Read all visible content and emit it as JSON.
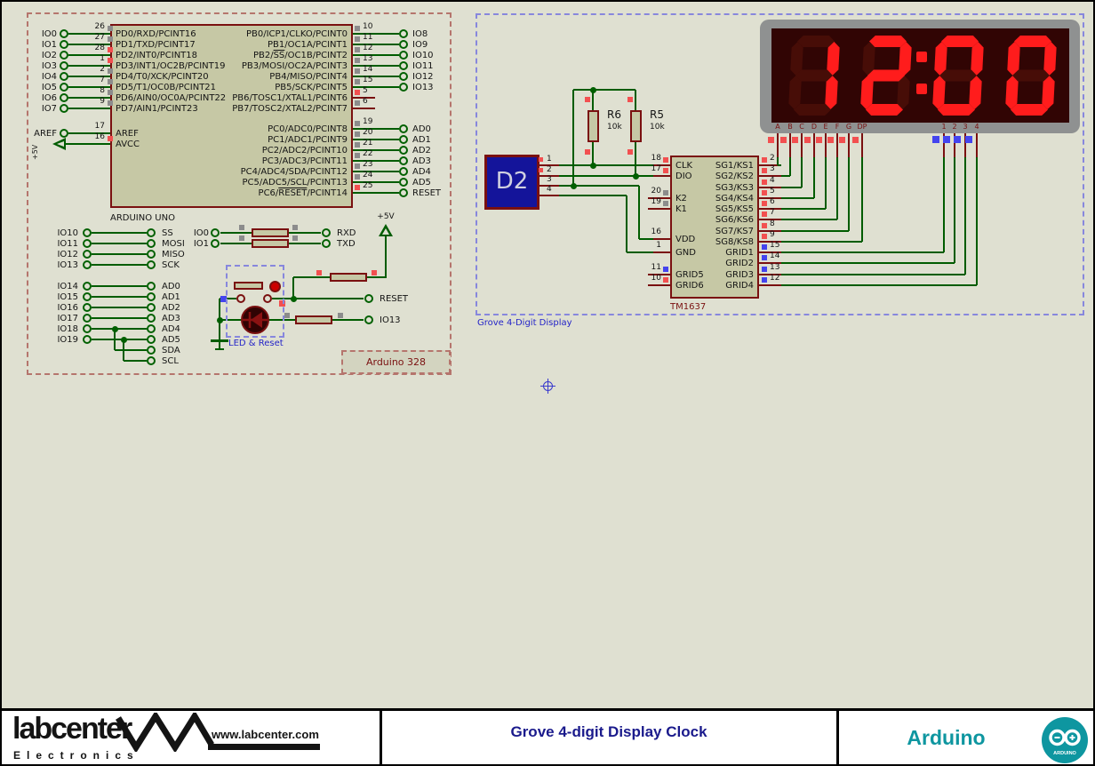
{
  "colors": {
    "canvas_bg": "#dfe0d1",
    "chip_fill": "#c6c8a5",
    "maroon": "#7a1010",
    "wire_green": "#005c00",
    "red_marker": "#f25050",
    "gray_marker": "#8c8c8c",
    "blue_marker": "#4444ee",
    "label_blue": "#2424c8",
    "title_navy": "#1a1a8c",
    "arduino_teal": "#0e96a0",
    "display_lit": "#ff1c1c",
    "display_unlit": "#470d07",
    "display_screen": "#310504",
    "display_frame": "#8f9191"
  },
  "arduino": {
    "name": "ARDUINO UNO",
    "sub_label": "Arduino 328",
    "plus5v": "+5V",
    "led_reset_label": "LED & Reset",
    "reset_term": "RESET",
    "io13_term": "IO13",
    "left_rows": [
      {
        "t": "IO0",
        "n": "26",
        "sq": "gray",
        "l": "PD0/RXD/PCINT16"
      },
      {
        "t": "IO1",
        "n": "27",
        "sq": "gray",
        "l": "PD1/TXD/PCINT17"
      },
      {
        "t": "IO2",
        "n": "28",
        "sq": "red",
        "l": "PD2/INT0/PCINT18"
      },
      {
        "t": "IO3",
        "n": "1",
        "sq": "red",
        "l": "PD3/INT1/OC2B/PCINT19"
      },
      {
        "t": "IO4",
        "n": "2",
        "sq": "gray",
        "l": "PD4/T0/XCK/PCINT20"
      },
      {
        "t": "IO5",
        "n": "7",
        "sq": "gray",
        "l": "PD5/T1/OC0B/PCINT21"
      },
      {
        "t": "IO6",
        "n": "8",
        "sq": "gray",
        "l": "PD6/AIN0/OC0A/PCINT22"
      },
      {
        "t": "IO7",
        "n": "9",
        "sq": "gray",
        "l": "PD7/AIN1/PCINT23"
      }
    ],
    "aref_row": {
      "t": "AREF",
      "n": "17",
      "l": "AREF"
    },
    "avcc_row": {
      "t": "+5V",
      "n": "16",
      "sq": "red",
      "l": "AVCC"
    },
    "pb_rows": [
      {
        "n": "10",
        "sq": "gray",
        "l": "PB0/ICP1/CLKO/PCINT0",
        "t": "IO8"
      },
      {
        "n": "11",
        "sq": "gray",
        "l": "PB1/OC1A/PCINT1",
        "t": "IO9"
      },
      {
        "n": "12",
        "sq": "gray",
        "l": "PB2/SS/OC1B/PCINT2",
        "ovl": "SS",
        "t": "IO10"
      },
      {
        "n": "13",
        "sq": "gray",
        "l": "PB3/MOSI/OC2A/PCINT3",
        "t": "IO11"
      },
      {
        "n": "14",
        "sq": "gray",
        "l": "PB4/MISO/PCINT4",
        "t": "IO12"
      },
      {
        "n": "15",
        "sq": "gray",
        "l": "PB5/SCK/PCINT5",
        "t": "IO13"
      },
      {
        "n": "5",
        "sq": "red",
        "l": "PB6/TOSC1/XTAL1/PCINT6",
        "t": null
      },
      {
        "n": "6",
        "sq": "gray",
        "l": "PB7/TOSC2/XTAL2/PCINT7",
        "t": null
      }
    ],
    "pc_rows": [
      {
        "n": "19",
        "sq": "gray",
        "l": "PC0/ADC0/PCINT8",
        "t": "AD0"
      },
      {
        "n": "20",
        "sq": "gray",
        "l": "PC1/ADC1/PCINT9",
        "t": "AD1"
      },
      {
        "n": "21",
        "sq": "gray",
        "l": "PC2/ADC2/PCINT10",
        "t": "AD2"
      },
      {
        "n": "22",
        "sq": "gray",
        "l": "PC3/ADC3/PCINT11",
        "t": "AD3"
      },
      {
        "n": "23",
        "sq": "gray",
        "l": "PC4/ADC4/SDA/PCINT12",
        "t": "AD4"
      },
      {
        "n": "24",
        "sq": "gray",
        "l": "PC5/ADC5/SCL/PCINT13",
        "t": "AD5"
      },
      {
        "n": "25",
        "sq": "red",
        "l": "PC6/RESET/PCINT14",
        "ovl": "RESET",
        "t": "RESET"
      }
    ],
    "spi_rows": [
      {
        "a": "IO10",
        "b": "SS"
      },
      {
        "a": "IO11",
        "b": "MOSI"
      },
      {
        "a": "IO12",
        "b": "MISO"
      },
      {
        "a": "IO13",
        "b": "SCK"
      }
    ],
    "adc_rows": [
      {
        "a": "IO14",
        "b": "AD0"
      },
      {
        "a": "IO15",
        "b": "AD1"
      },
      {
        "a": "IO16",
        "b": "AD2"
      },
      {
        "a": "IO17",
        "b": "AD3"
      },
      {
        "a": "IO18",
        "b": "AD4"
      },
      {
        "a": "IO19",
        "b": "AD5"
      }
    ],
    "i2c_rows": [
      {
        "b": "SDA"
      },
      {
        "b": "SCL"
      }
    ],
    "serial_rows": [
      {
        "a": "IO0",
        "b": "RXD"
      },
      {
        "a": "IO1",
        "b": "TXD"
      }
    ]
  },
  "grove": {
    "label": "Grove 4-Digit Display",
    "d2_ref": "D2",
    "d2_pins": [
      {
        "n": "1",
        "sq": "red"
      },
      {
        "n": "2",
        "sq": "red"
      },
      {
        "n": "3"
      },
      {
        "n": "4"
      }
    ],
    "r6": {
      "ref": "R6",
      "val": "10k"
    },
    "r5": {
      "ref": "R5",
      "val": "10k"
    },
    "tm1637": {
      "name": "TM1637",
      "left_pins": [
        {
          "num": "18",
          "name": "CLK",
          "sq": "red"
        },
        {
          "num": "17",
          "name": "DIO",
          "sq": "red"
        },
        {
          "num": "20",
          "name": "K2",
          "sq": "gray"
        },
        {
          "num": "19",
          "name": "K1",
          "sq": "gray"
        },
        {
          "num": "16",
          "name": "VDD"
        },
        {
          "num": "1",
          "name": "GND"
        },
        {
          "num": "11",
          "name": "GRID5",
          "sq": "blue"
        },
        {
          "num": "10",
          "name": "GRID6",
          "sq": "red"
        }
      ],
      "right_pins": [
        {
          "num": "2",
          "name": "SG1/KS1",
          "sq": "red"
        },
        {
          "num": "3",
          "name": "SG2/KS2",
          "sq": "red"
        },
        {
          "num": "4",
          "name": "SG3/KS3",
          "sq": "red"
        },
        {
          "num": "5",
          "name": "SG4/KS4",
          "sq": "red"
        },
        {
          "num": "6",
          "name": "SG5/KS5",
          "sq": "red"
        },
        {
          "num": "7",
          "name": "SG6/KS6",
          "sq": "red"
        },
        {
          "num": "8",
          "name": "SG7/KS7",
          "sq": "red"
        },
        {
          "num": "9",
          "name": "SG8/KS8",
          "sq": "red"
        },
        {
          "num": "15",
          "name": "GRID1",
          "sq": "blue"
        },
        {
          "num": "14",
          "name": "GRID2",
          "sq": "blue"
        },
        {
          "num": "13",
          "name": "GRID3",
          "sq": "blue"
        },
        {
          "num": "12",
          "name": "GRID4",
          "sq": "blue"
        }
      ]
    },
    "display": {
      "time": "12:00",
      "digits": [
        "1",
        "2",
        "0",
        "0"
      ],
      "colon": true,
      "seg_pins": [
        "A",
        "B",
        "C",
        "D",
        "E",
        "F",
        "G",
        "DP"
      ],
      "digit_pins": [
        "1",
        "2",
        "3",
        "4"
      ]
    }
  },
  "title_block": {
    "logo_text": "labcenter",
    "logo_sub": "Electronics",
    "logo_url": "www.labcenter.com",
    "title": "Grove 4-digit Display Clock",
    "brand": "Arduino",
    "brand_badge": "ARDUINO"
  }
}
